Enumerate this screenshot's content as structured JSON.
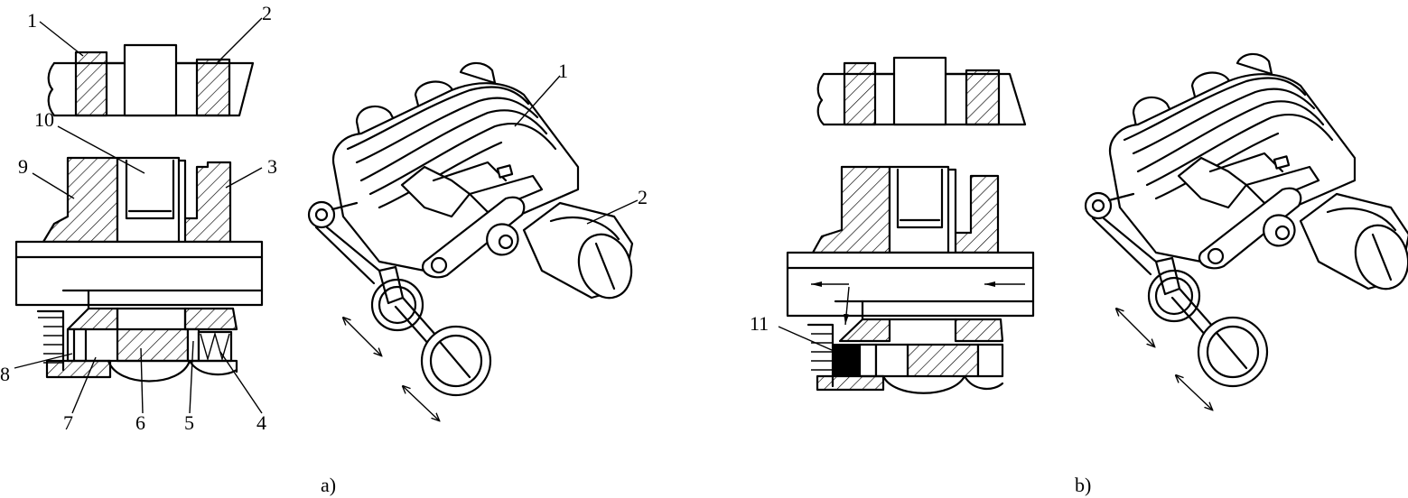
{
  "figure_a": {
    "caption": "a)",
    "section_labels": [
      "1",
      "2",
      "10",
      "9",
      "3",
      "8",
      "7",
      "6",
      "5",
      "4"
    ],
    "pictorial_labels": [
      "1",
      "2"
    ]
  },
  "figure_b": {
    "caption": "b)",
    "section_labels": [
      "11"
    ]
  }
}
